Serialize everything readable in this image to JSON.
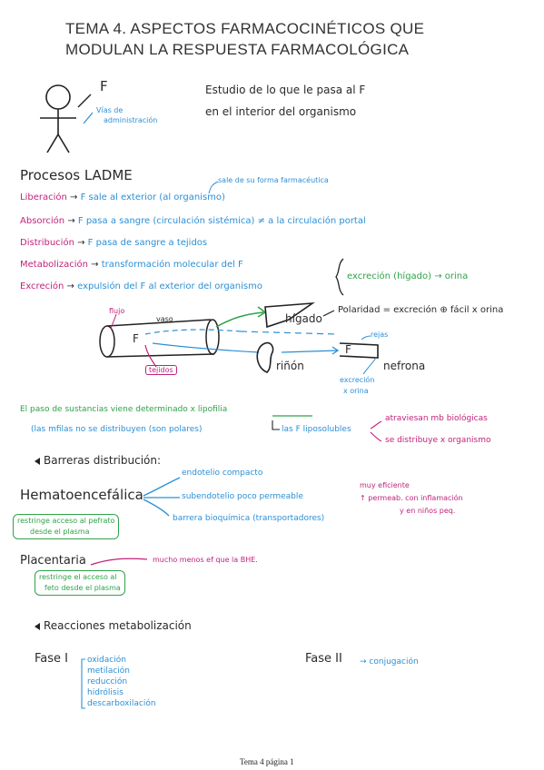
{
  "title": {
    "line1": "TEMA 4. ASPECTOS FARMACOCINÉTICOS QUE",
    "line2": "MODULAN LA RESPUESTA FARMACOLÓGICA"
  },
  "intro": {
    "f_letter": "F",
    "vias_line1": "Vías de",
    "vias_line2": "administración",
    "study_line1": "Estudio de lo que le pasa al F",
    "study_line2": "en el interior del organismo"
  },
  "ladme": {
    "heading": "Procesos LADME",
    "sale_note": "sale de su forma farmacéutica",
    "rows": [
      {
        "term": "Liberación",
        "desc": "F sale al exterior (al organismo)"
      },
      {
        "term": "Absorción",
        "desc": "F pasa a sangre (circulación sistémica) ≠ a la circulación portal"
      },
      {
        "term": "Distribución",
        "desc": "F pasa de sangre a tejidos"
      },
      {
        "term": "Metabolización",
        "desc": "transformación molecular del F"
      },
      {
        "term": "Excreción",
        "desc": "expulsión del F al exterior del organismo"
      }
    ],
    "excrecion_note": "excreción (hígado) → orina"
  },
  "diagram": {
    "flujo": "flujo",
    "vaso": "vaso",
    "f_label": "F",
    "tejidos": "tejidos",
    "higado": "hígado",
    "rinon": "riñón",
    "f_box": "F",
    "nefrona": "nefrona",
    "rejas": "rejas",
    "excrecion_orina_1": "excreción",
    "excrecion_orina_2": "x orina",
    "polaridad": "Polaridad = excreción ⊕ fácil x orina"
  },
  "lipofilia": {
    "line": "El paso de sustancias viene determinado x lipofilia",
    "mfilas": "(las mfilas no se distribuyen (son polares)",
    "liposolubles": "las F liposolubles",
    "atraviesan": "atraviesan mb biológicas",
    "distribuye": "se distribuye x organismo"
  },
  "barreras": {
    "heading": "Barreras distribución:",
    "hemato": "Hematoencefálica",
    "hemato_items": [
      "endotelio compacto",
      "subendotelio poco permeable",
      "barrera bioquímica (transportadores)"
    ],
    "hemato_box_1": "restringe acceso al pefrato",
    "hemato_box_2": "desde el plasma",
    "eficiente_1": "muy eficiente",
    "eficiente_2": "↑ permeab. con inflamación",
    "eficiente_3": "y en niños peq.",
    "placentaria": "Placentaria",
    "placentaria_note": "mucho menos ef que la BHE.",
    "placenta_box_1": "restringe el acceso al",
    "placenta_box_2": "feto desde el plasma"
  },
  "reacciones": {
    "heading": "Reacciones metabolización",
    "fase1": "Fase I",
    "fase1_items": [
      "oxidación",
      "metilación",
      "reducción",
      "hidrólisis",
      "descarboxilación"
    ],
    "fase2": "Fase II",
    "fase2_item": "conjugación"
  },
  "footer": "Tema 4 página 1"
}
